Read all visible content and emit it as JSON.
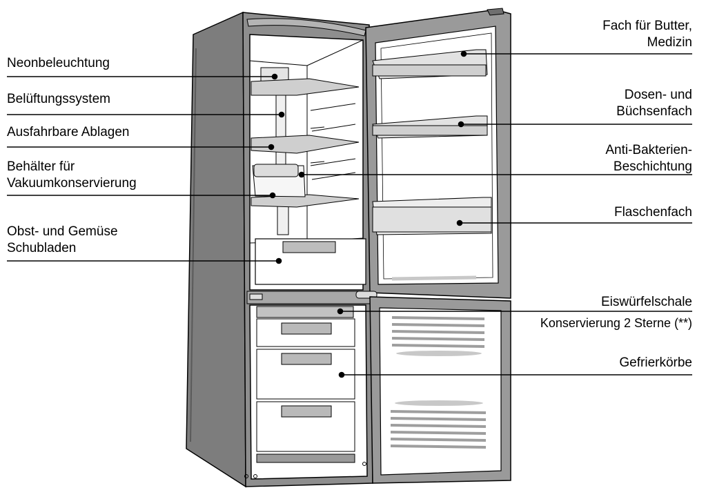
{
  "labels": {
    "left": [
      {
        "id": "neonbeleuchtung",
        "lines": [
          "Neonbeleuchtung"
        ]
      },
      {
        "id": "belueftungssystem",
        "lines": [
          "Belüftungssystem"
        ]
      },
      {
        "id": "ausfahrbare-ablagen",
        "lines": [
          "Ausfahrbare Ablagen"
        ]
      },
      {
        "id": "vakuum-behaelter",
        "lines": [
          "Behälter für",
          "Vakuumkonservierung"
        ]
      },
      {
        "id": "gemuese-schubladen",
        "lines": [
          "Obst- und Gemüse",
          "Schubladen"
        ]
      }
    ],
    "right": [
      {
        "id": "butterfach",
        "lines": [
          "Fach für Butter,",
          "Medizin"
        ]
      },
      {
        "id": "dosenfach",
        "lines": [
          "Dosen- und",
          "Büchsenfach"
        ]
      },
      {
        "id": "anti-bakterien",
        "lines": [
          "Anti-Bakterien-",
          "Beschichtung"
        ]
      },
      {
        "id": "flaschenfach",
        "lines": [
          "Flaschenfach"
        ]
      },
      {
        "id": "eiswuerfelschale",
        "lines": [
          "Eiswürfelschale",
          "Konservierung 2 Sterne (**)"
        ]
      },
      {
        "id": "gefrierkoerbe",
        "lines": [
          "Gefrierkörbe"
        ]
      }
    ]
  },
  "colors": {
    "cabinet_outer": "#8e8e8e",
    "cabinet_dark": "#6f6f6f",
    "door_frame": "#9a9a9a",
    "door_inner": "#ffffff",
    "shelf": "#c9c9c9",
    "line": "#000000"
  }
}
